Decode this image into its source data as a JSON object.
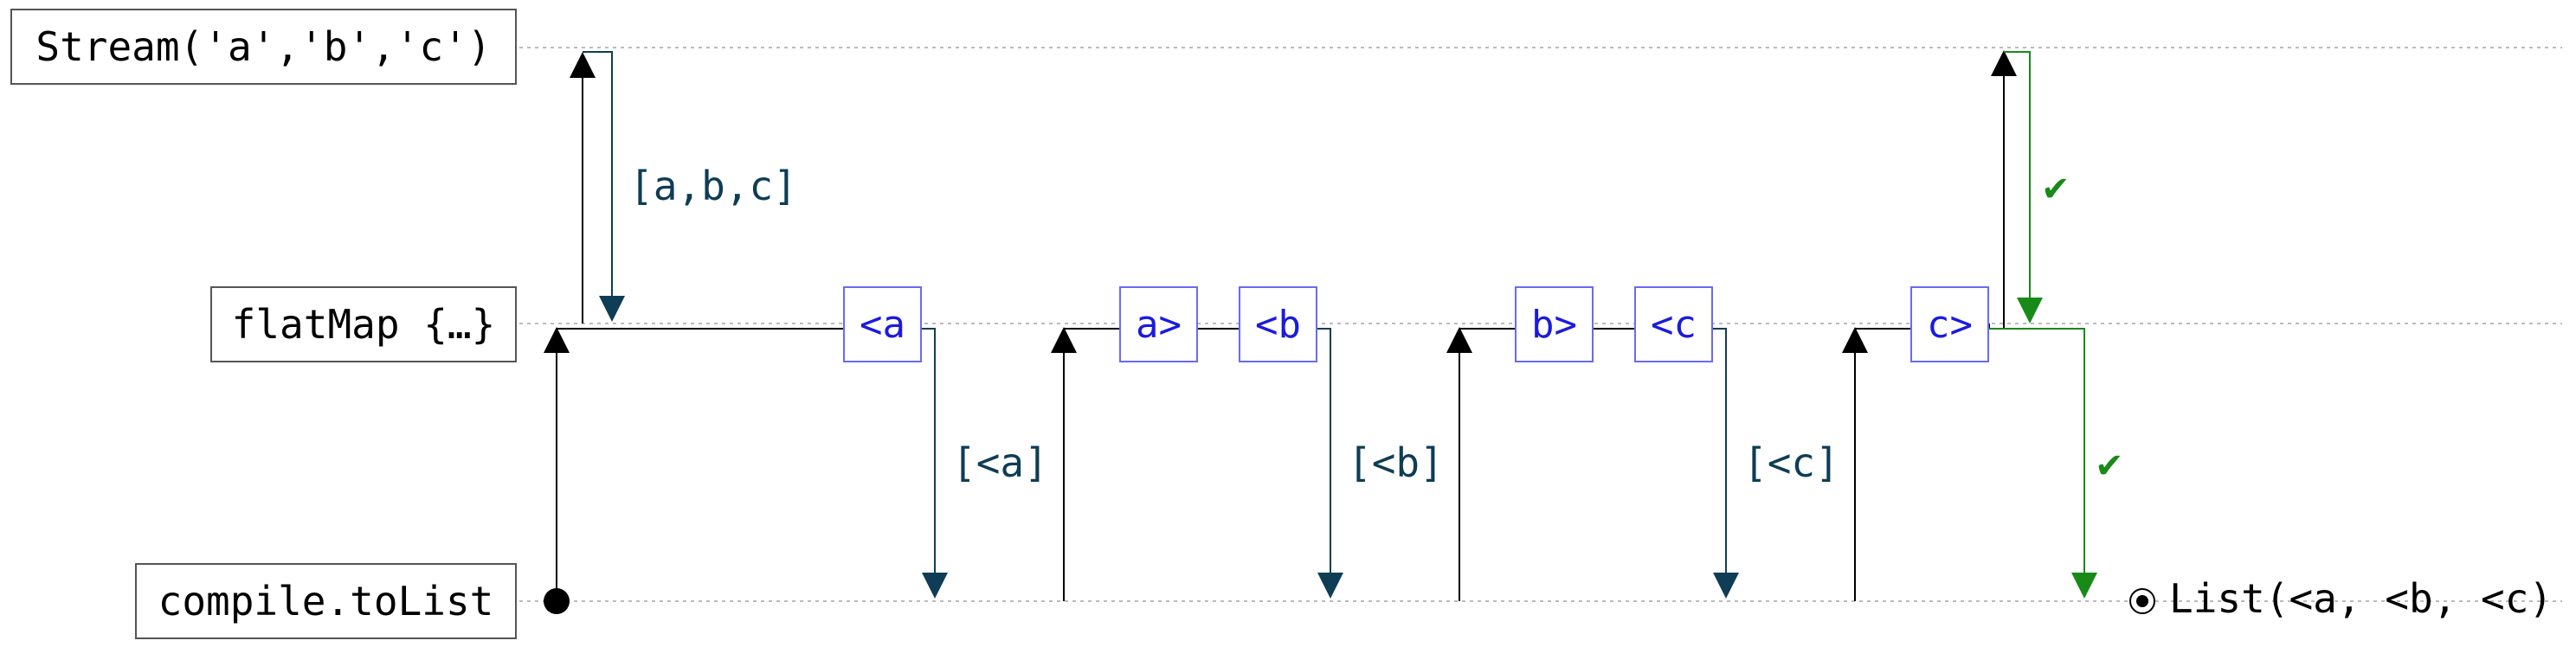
{
  "lanes": {
    "source": "Stream('a','b','c')",
    "flatmap": "flatMap {…}",
    "sink": "compile.toList"
  },
  "events": {
    "open_a": "<a",
    "close_a": "a>",
    "open_b": "<b",
    "close_b": "b>",
    "open_c": "<c",
    "close_c": "c>"
  },
  "labels": {
    "source_chunk": "[a,b,c]",
    "out_a": "[<a]",
    "out_b": "[<b]",
    "out_c": "[<c]",
    "done_source": "✔",
    "done_sink": "✔"
  },
  "result": "List(<a, <b, <c)",
  "colors": {
    "pull": "#000000",
    "emit": "#0e3d55",
    "done": "#178a17",
    "event_border": "#6a6af5",
    "event_text": "#1a1ae0",
    "guide": "#bbbbbb"
  }
}
